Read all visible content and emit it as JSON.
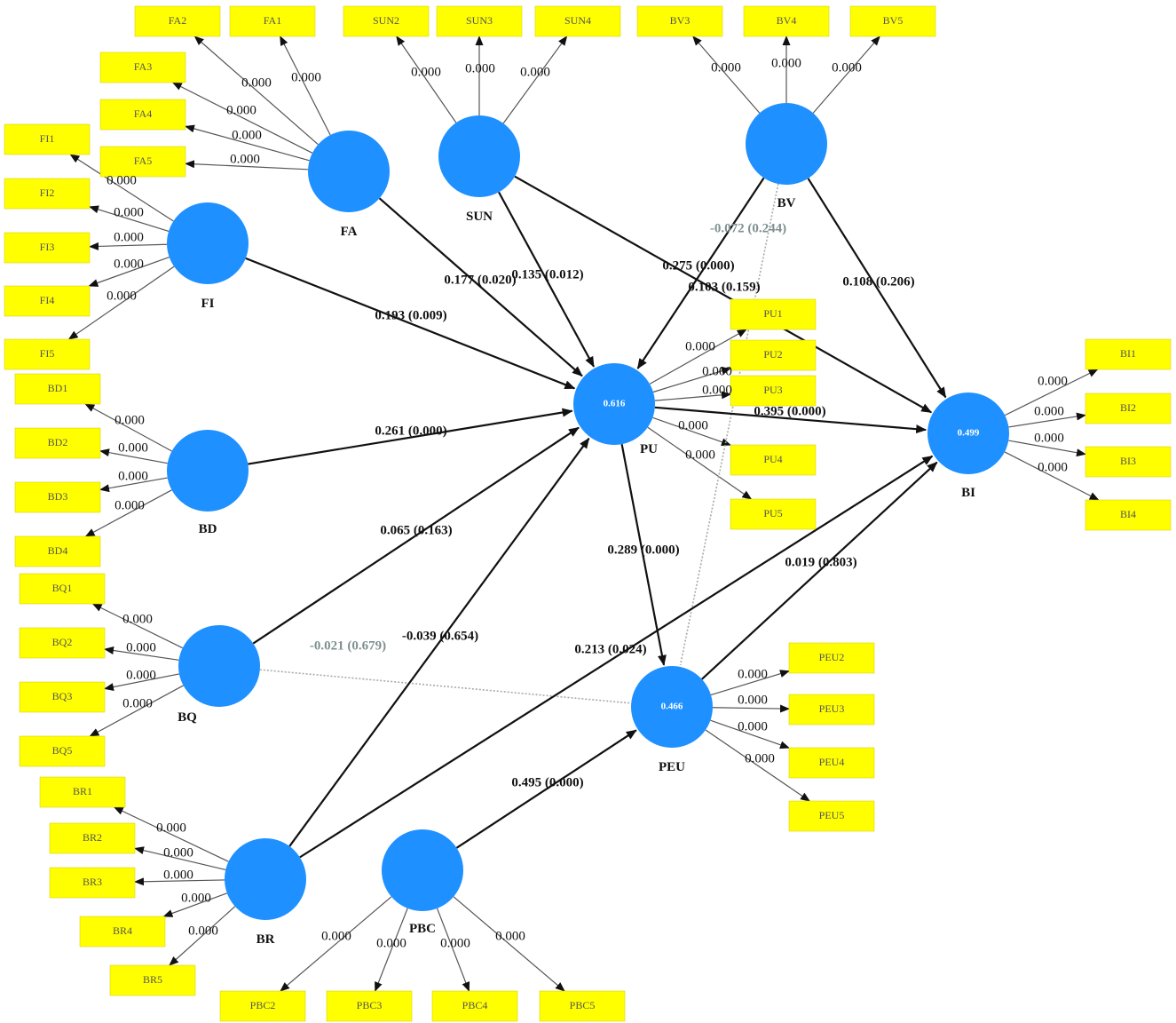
{
  "latents": [
    {
      "id": "FA",
      "label": "FA",
      "r2": ""
    },
    {
      "id": "SUN",
      "label": "SUN",
      "r2": ""
    },
    {
      "id": "BV",
      "label": "BV",
      "r2": ""
    },
    {
      "id": "FI",
      "label": "FI",
      "r2": ""
    },
    {
      "id": "BD",
      "label": "BD",
      "r2": ""
    },
    {
      "id": "BQ",
      "label": "BQ",
      "r2": ""
    },
    {
      "id": "BR",
      "label": "BR",
      "r2": ""
    },
    {
      "id": "PBC",
      "label": "PBC",
      "r2": ""
    },
    {
      "id": "PU",
      "label": "PU",
      "r2": "0.616"
    },
    {
      "id": "PEU",
      "label": "PEU",
      "r2": "0.466"
    },
    {
      "id": "BI",
      "label": "BI",
      "r2": "0.499"
    }
  ],
  "indicators": [
    {
      "id": "FA2",
      "label": "FA2",
      "latent": "FA",
      "loading": "0.000"
    },
    {
      "id": "FA1",
      "label": "FA1",
      "latent": "FA",
      "loading": "0.000"
    },
    {
      "id": "FA3",
      "label": "FA3",
      "latent": "FA",
      "loading": "0.000"
    },
    {
      "id": "FA4",
      "label": "FA4",
      "latent": "FA",
      "loading": "0.000"
    },
    {
      "id": "FA5",
      "label": "FA5",
      "latent": "FA",
      "loading": "0.000"
    },
    {
      "id": "SUN2",
      "label": "SUN2",
      "latent": "SUN",
      "loading": "0.000"
    },
    {
      "id": "SUN3",
      "label": "SUN3",
      "latent": "SUN",
      "loading": "0.000"
    },
    {
      "id": "SUN4",
      "label": "SUN4",
      "latent": "SUN",
      "loading": "0.000"
    },
    {
      "id": "BV3",
      "label": "BV3",
      "latent": "BV",
      "loading": "0.000"
    },
    {
      "id": "BV4",
      "label": "BV4",
      "latent": "BV",
      "loading": "0.000"
    },
    {
      "id": "BV5",
      "label": "BV5",
      "latent": "BV",
      "loading": "0.000"
    },
    {
      "id": "FI1",
      "label": "FI1",
      "latent": "FI",
      "loading": "0.000"
    },
    {
      "id": "FI2",
      "label": "FI2",
      "latent": "FI",
      "loading": "0.000"
    },
    {
      "id": "FI3",
      "label": "FI3",
      "latent": "FI",
      "loading": "0.000"
    },
    {
      "id": "FI4",
      "label": "FI4",
      "latent": "FI",
      "loading": "0.000"
    },
    {
      "id": "FI5",
      "label": "FI5",
      "latent": "FI",
      "loading": "0.000"
    },
    {
      "id": "BD1",
      "label": "BD1",
      "latent": "BD",
      "loading": "0.000"
    },
    {
      "id": "BD2",
      "label": "BD2",
      "latent": "BD",
      "loading": "0.000"
    },
    {
      "id": "BD3",
      "label": "BD3",
      "latent": "BD",
      "loading": "0.000"
    },
    {
      "id": "BD4",
      "label": "BD4",
      "latent": "BD",
      "loading": "0.000"
    },
    {
      "id": "BQ1",
      "label": "BQ1",
      "latent": "BQ",
      "loading": "0.000"
    },
    {
      "id": "BQ2",
      "label": "BQ2",
      "latent": "BQ",
      "loading": "0.000"
    },
    {
      "id": "BQ3",
      "label": "BQ3",
      "latent": "BQ",
      "loading": "0.000"
    },
    {
      "id": "BQ5",
      "label": "BQ5",
      "latent": "BQ",
      "loading": "0.000"
    },
    {
      "id": "BR1",
      "label": "BR1",
      "latent": "BR",
      "loading": "0.000"
    },
    {
      "id": "BR2",
      "label": "BR2",
      "latent": "BR",
      "loading": "0.000"
    },
    {
      "id": "BR3",
      "label": "BR3",
      "latent": "BR",
      "loading": "0.000"
    },
    {
      "id": "BR4",
      "label": "BR4",
      "latent": "BR",
      "loading": "0.000"
    },
    {
      "id": "BR5",
      "label": "BR5",
      "latent": "BR",
      "loading": "0.000"
    },
    {
      "id": "PBC2",
      "label": "PBC2",
      "latent": "PBC",
      "loading": "0.000"
    },
    {
      "id": "PBC3",
      "label": "PBC3",
      "latent": "PBC",
      "loading": "0.000"
    },
    {
      "id": "PBC4",
      "label": "PBC4",
      "latent": "PBC",
      "loading": "0.000"
    },
    {
      "id": "PBC5",
      "label": "PBC5",
      "latent": "PBC",
      "loading": "0.000"
    },
    {
      "id": "PU1",
      "label": "PU1",
      "latent": "PU",
      "loading": "0.000"
    },
    {
      "id": "PU2",
      "label": "PU2",
      "latent": "PU",
      "loading": "0.000"
    },
    {
      "id": "PU3",
      "label": "PU3",
      "latent": "PU",
      "loading": "0.000"
    },
    {
      "id": "PU4",
      "label": "PU4",
      "latent": "PU",
      "loading": "0.000"
    },
    {
      "id": "PU5",
      "label": "PU5",
      "latent": "PU",
      "loading": "0.000"
    },
    {
      "id": "PEU2",
      "label": "PEU2",
      "latent": "PEU",
      "loading": "0.000"
    },
    {
      "id": "PEU3",
      "label": "PEU3",
      "latent": "PEU",
      "loading": "0.000"
    },
    {
      "id": "PEU4",
      "label": "PEU4",
      "latent": "PEU",
      "loading": "0.000"
    },
    {
      "id": "PEU5",
      "label": "PEU5",
      "latent": "PEU",
      "loading": "0.000"
    },
    {
      "id": "BI1",
      "label": "BI1",
      "latent": "BI",
      "loading": "0.000"
    },
    {
      "id": "BI2",
      "label": "BI2",
      "latent": "BI",
      "loading": "0.000"
    },
    {
      "id": "BI3",
      "label": "BI3",
      "latent": "BI",
      "loading": "0.000"
    },
    {
      "id": "BI4",
      "label": "BI4",
      "latent": "BI",
      "loading": "0.000"
    }
  ],
  "paths": [
    {
      "from": "FI",
      "to": "PU",
      "label": "0.193 (0.009)",
      "significant": true
    },
    {
      "from": "FA",
      "to": "PU",
      "label": "0.177 (0.020)",
      "significant": true
    },
    {
      "from": "SUN",
      "to": "PU",
      "label": "0.135 (0.012)",
      "significant": true
    },
    {
      "from": "SUN",
      "to": "BI",
      "label": "0.275 (0.000)",
      "significant": true
    },
    {
      "from": "BV",
      "to": "PU",
      "label": "0.103 (0.159)",
      "significant": true
    },
    {
      "from": "BV",
      "to": "PEU",
      "label": "-0.072 (0.244)",
      "significant": false
    },
    {
      "from": "BV",
      "to": "BI",
      "label": "0.108 (0.206)",
      "significant": true
    },
    {
      "from": "BD",
      "to": "PU",
      "label": "0.261 (0.000)",
      "significant": true
    },
    {
      "from": "BQ",
      "to": "PU",
      "label": "0.065 (0.163)",
      "significant": true
    },
    {
      "from": "BQ",
      "to": "PEU",
      "label": "-0.021 (0.679)",
      "significant": false
    },
    {
      "from": "BR",
      "to": "PU",
      "label": "-0.039 (0.654)",
      "significant": true
    },
    {
      "from": "BR",
      "to": "BI",
      "label": "0.213 (0.024)",
      "significant": true
    },
    {
      "from": "PBC",
      "to": "PEU",
      "label": "0.495 (0.000)",
      "significant": true
    },
    {
      "from": "PU",
      "to": "BI",
      "label": "0.395 (0.000)",
      "significant": true
    },
    {
      "from": "PU",
      "to": "PEU",
      "label": "0.289 (0.000)",
      "significant": true
    },
    {
      "from": "PEU",
      "to": "BI",
      "label": "0.019 (0.803)",
      "significant": true
    }
  ],
  "colors": {
    "latent": "#1e90ff",
    "indicator": "#ffff00",
    "significant_path": "#111111",
    "nonsignificant_path": "#a9a9a9",
    "nonsignificant_label": "#7f8f8f"
  }
}
